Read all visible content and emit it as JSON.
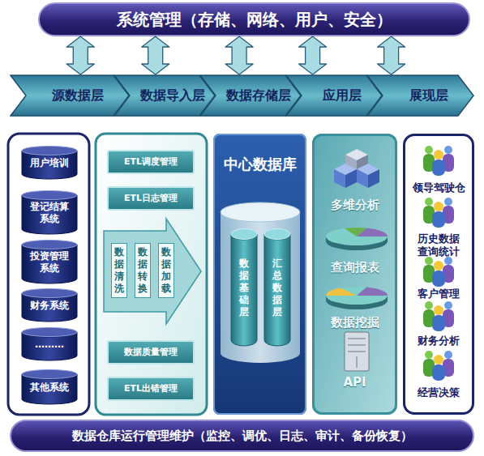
{
  "diagram": {
    "nodes": [
      {
        "text": [
          "系统管理（存储、网络、用户、安全）"
        ]
      },
      {
        "text": [
          "源数据层"
        ]
      },
      {
        "text": [
          "数据导入层"
        ]
      },
      {
        "text": [
          "数据存储层"
        ]
      },
      {
        "text": [
          "应用层"
        ]
      },
      {
        "text": [
          "展现层"
        ]
      },
      {
        "text": [
          "用户培训"
        ]
      },
      {
        "text": [
          "登记结算系统"
        ]
      },
      {
        "text": [
          "投资管理系统"
        ]
      },
      {
        "text": [
          "财务系统"
        ]
      },
      {
        "text": [
          "………"
        ]
      },
      {
        "text": [
          "其他系统"
        ]
      },
      {
        "text": [
          "ETL调度管理"
        ]
      },
      {
        "text": [
          "ETL日志管理"
        ]
      },
      {
        "text": [
          "数据清洗"
        ]
      },
      {
        "text": [
          "数据转换"
        ]
      },
      {
        "text": [
          "数据加载"
        ]
      },
      {
        "text": [
          "数据质量管理"
        ]
      },
      {
        "text": [
          "ETL出错管理"
        ]
      },
      {
        "text": [
          "中心数据库"
        ]
      },
      {
        "text": [
          "数据基础层"
        ],
        "in": 19
      },
      {
        "text": [
          "汇总数据层"
        ],
        "in": 19
      },
      {
        "text": [
          "多维分析",
          "查询报表",
          "数据挖掘",
          "API"
        ]
      },
      {
        "text": [
          "领导驾驶仓",
          "历史数据查询统计",
          "客户管理",
          "财务分析",
          "经营决策"
        ]
      },
      {
        "text": [
          "数据仓库运行管理维护（监控、调优、日志、审计、备份恢复）"
        ]
      }
    ],
    "edges": [
      {
        "from": 0,
        "to": 1,
        "arrow": "both"
      },
      {
        "from": 0,
        "to": 2,
        "arrow": "both"
      },
      {
        "from": 0,
        "to": 3,
        "arrow": "both"
      },
      {
        "from": 0,
        "to": 4,
        "arrow": "both"
      },
      {
        "from": 0,
        "to": 5,
        "arrow": "both"
      }
    ]
  }
}
